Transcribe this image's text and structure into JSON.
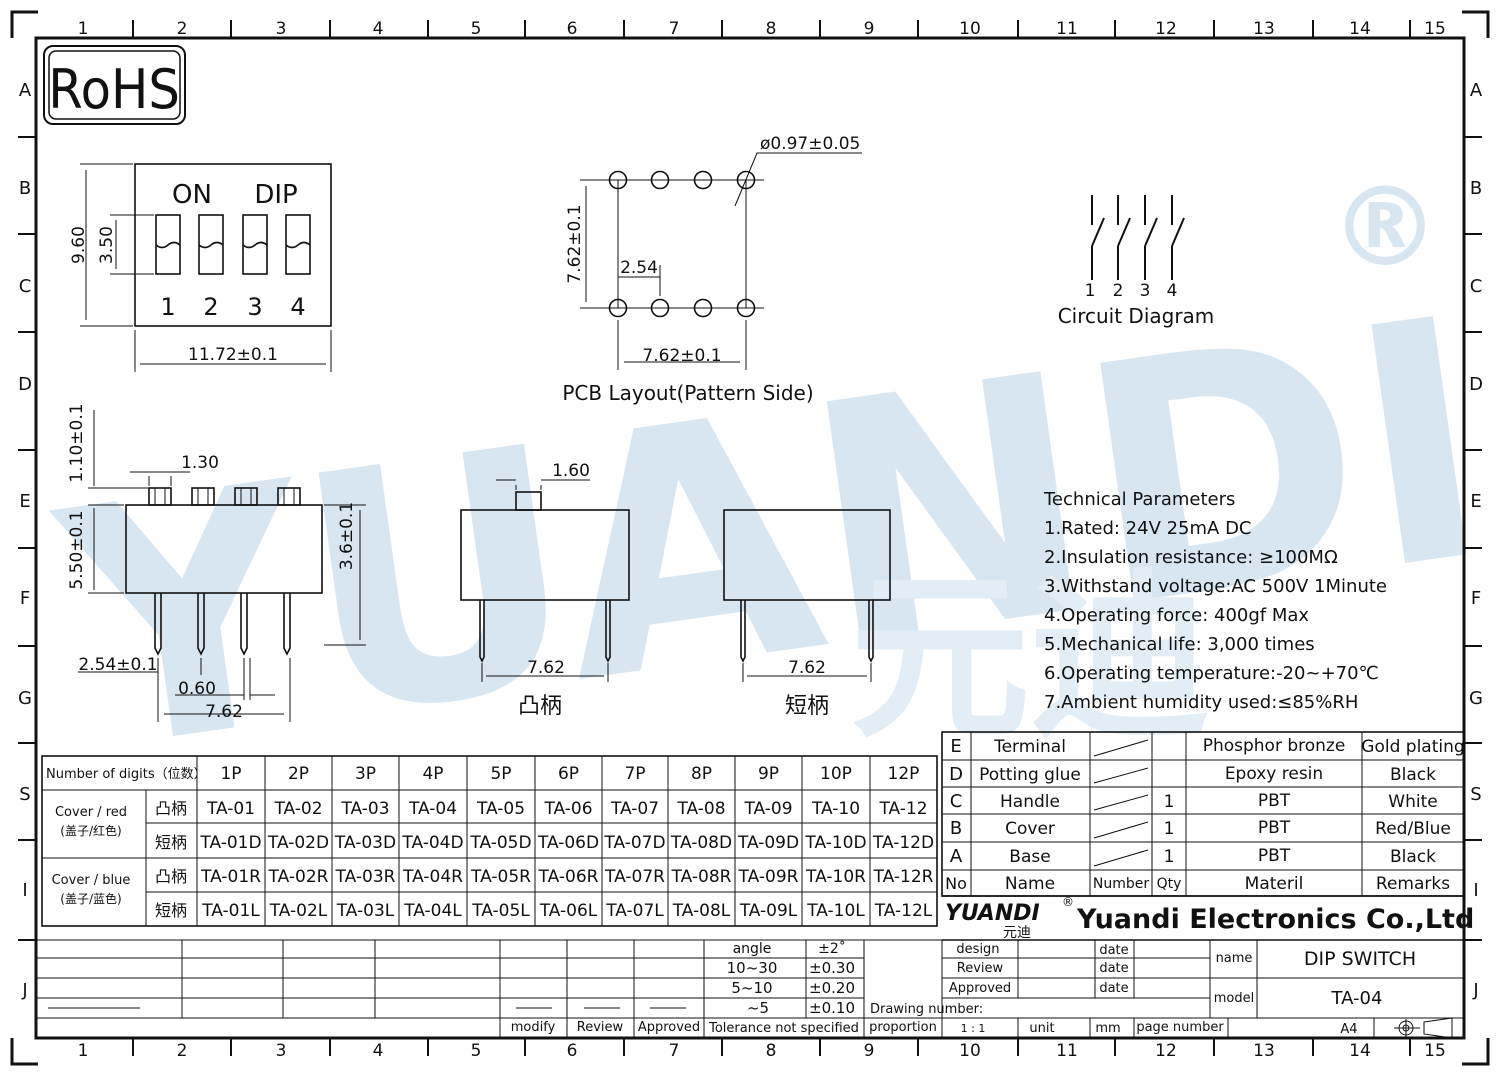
{
  "frame": {
    "columns": [
      "1",
      "2",
      "3",
      "4",
      "5",
      "6",
      "7",
      "8",
      "9",
      "10",
      "11",
      "12",
      "13",
      "14",
      "15"
    ],
    "rows": [
      "A",
      "B",
      "C",
      "D",
      "E",
      "F",
      "G",
      "S",
      "I",
      "J"
    ]
  },
  "watermark": {
    "text": "YUANDI",
    "sub": "元迪",
    "registered": "®",
    "color": "#cfe0ee"
  },
  "rohs": "RoHS",
  "top_view": {
    "on_label": "ON",
    "dip_label": "DIP",
    "positions": [
      "1",
      "2",
      "3",
      "4"
    ],
    "dim_height": "9.60",
    "dim_slot": "3.50",
    "dim_width": "11.72±0.1"
  },
  "pcb_layout": {
    "title": "PCB  Layout(Pattern  Side)",
    "hole_dia": "ø0.97±0.05",
    "pitch": "2.54",
    "row_spacing": "7.62±0.1",
    "width": "7.62±0.1"
  },
  "circuit": {
    "title": "Circuit  Diagram",
    "numbers": [
      "1",
      "2",
      "3",
      "4"
    ]
  },
  "side_view": {
    "dim_actuator_h": "1.10±0.1",
    "dim_actuator_w": "1.30",
    "dim_body_h": "5.50±0.1",
    "dim_pin_len": "3.6±0.1",
    "dim_pitch": "2.54±0.1",
    "dim_pin_w": "0.60",
    "dim_span": "7.62"
  },
  "raised_view": {
    "dim_actuator": "1.60",
    "dim_span": "7.62",
    "caption": "凸柄"
  },
  "flush_view": {
    "dim_span": "7.62",
    "caption": "短柄"
  },
  "tech_params": {
    "title": "Technical Parameters",
    "items": [
      "1.Rated: 24V 25mA  DC",
      "2.Insulation resistance: ≥100MΩ",
      "3.Withstand voltage:AC 500V 1Minute",
      "4.Operating force: 400gf Max",
      "5.Mechanical life: 3,000 times",
      "6.Operating temperature:-20~+70℃",
      "7.Ambient humidity used:≤85%RH"
    ]
  },
  "part_table": {
    "header_label": "Number of digits（位数）",
    "digits": [
      "1P",
      "2P",
      "3P",
      "4P",
      "5P",
      "6P",
      "7P",
      "8P",
      "9P",
      "10P",
      "12P"
    ],
    "groups": [
      {
        "label1": "Cover / red",
        "label2": "(盖子/红色)",
        "rows": [
          {
            "type": "凸柄",
            "codes": [
              "TA-01",
              "TA-02",
              "TA-03",
              "TA-04",
              "TA-05",
              "TA-06",
              "TA-07",
              "TA-08",
              "TA-09",
              "TA-10",
              "TA-12"
            ]
          },
          {
            "type": "短柄",
            "codes": [
              "TA-01D",
              "TA-02D",
              "TA-03D",
              "TA-04D",
              "TA-05D",
              "TA-06D",
              "TA-07D",
              "TA-08D",
              "TA-09D",
              "TA-10D",
              "TA-12D"
            ]
          }
        ]
      },
      {
        "label1": "Cover / blue",
        "label2": "(盖子/蓝色)",
        "rows": [
          {
            "type": "凸柄",
            "codes": [
              "TA-01R",
              "TA-02R",
              "TA-03R",
              "TA-04R",
              "TA-05R",
              "TA-06R",
              "TA-07R",
              "TA-08R",
              "TA-09R",
              "TA-10R",
              "TA-12R"
            ]
          },
          {
            "type": "短柄",
            "codes": [
              "TA-01L",
              "TA-02L",
              "TA-03L",
              "TA-04L",
              "TA-05L",
              "TA-06L",
              "TA-07L",
              "TA-08L",
              "TA-09L",
              "TA-10L",
              "TA-12L"
            ]
          }
        ]
      }
    ]
  },
  "bom": {
    "rows": [
      {
        "no": "E",
        "name": "Terminal",
        "qty": "",
        "material": "Phosphor bronze",
        "remarks": "Gold plating"
      },
      {
        "no": "D",
        "name": "Potting glue",
        "qty": "",
        "material": "Epoxy resin",
        "remarks": "Black"
      },
      {
        "no": "C",
        "name": "Handle",
        "qty": "1",
        "material": "PBT",
        "remarks": "White"
      },
      {
        "no": "B",
        "name": "Cover",
        "qty": "1",
        "material": "PBT",
        "remarks": "Red/Blue"
      },
      {
        "no": "A",
        "name": "Base",
        "qty": "1",
        "material": "PBT",
        "remarks": "Black"
      }
    ],
    "header": {
      "no": "No",
      "name": "Name",
      "number": "Number",
      "qty": "Qty",
      "material": "Materil",
      "remarks": "Remarks"
    }
  },
  "company": {
    "logo": "YUANDI",
    "logo_sub": "元迪",
    "reg": "®",
    "name": "Yuandi Electronics Co.,Ltd"
  },
  "title_block": {
    "design": "design",
    "review": "Review",
    "approved": "Approved",
    "date": "date",
    "name_label": "name",
    "name_value": "DIP SWITCH",
    "model_label": "model",
    "model_value": "TA-04",
    "drawing_number": "Drawing number:",
    "proportion": "proportion",
    "scale": "1 : 1",
    "unit": "unit",
    "unit_value": "mm",
    "page_number": "page number",
    "size": "A4"
  },
  "tolerance": {
    "rows": [
      {
        "range": "angle",
        "tol": "±2˚"
      },
      {
        "range": "10~30",
        "tol": "±0.30"
      },
      {
        "range": "5~10",
        "tol": "±0.20"
      },
      {
        "range": "~5",
        "tol": "±0.10"
      }
    ],
    "caption": "Tolerance not specified",
    "modify": "modify",
    "review": "Review",
    "approved": "Approved"
  }
}
